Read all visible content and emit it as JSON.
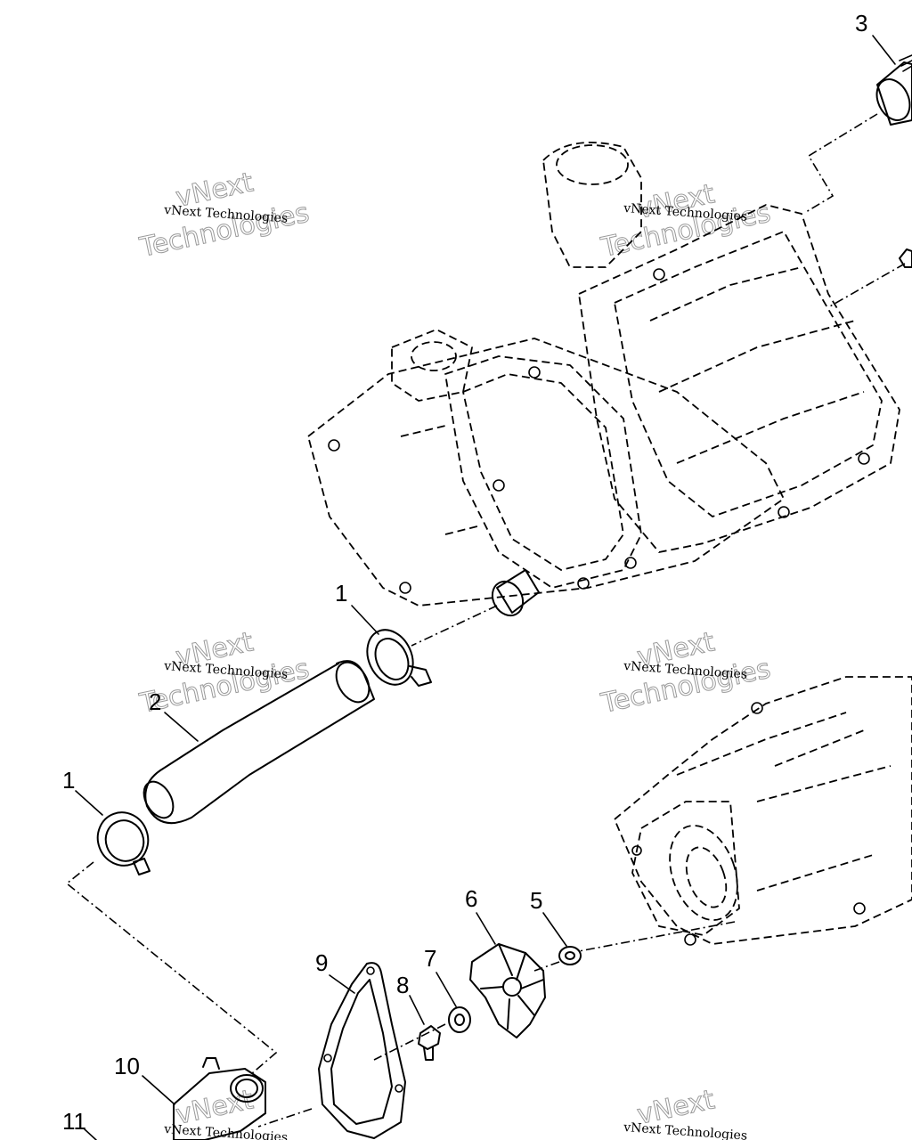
{
  "callouts": {
    "c1_upper": "1",
    "c1_lower": "1",
    "c2": "2",
    "c3": "3",
    "c5": "5",
    "c6": "6",
    "c7": "7",
    "c8": "8",
    "c9": "9",
    "c10": "10",
    "c11": "11"
  },
  "watermark": {
    "small": "vNext Technologies",
    "big_line1": "vNext",
    "big_line2": "Technologies"
  }
}
